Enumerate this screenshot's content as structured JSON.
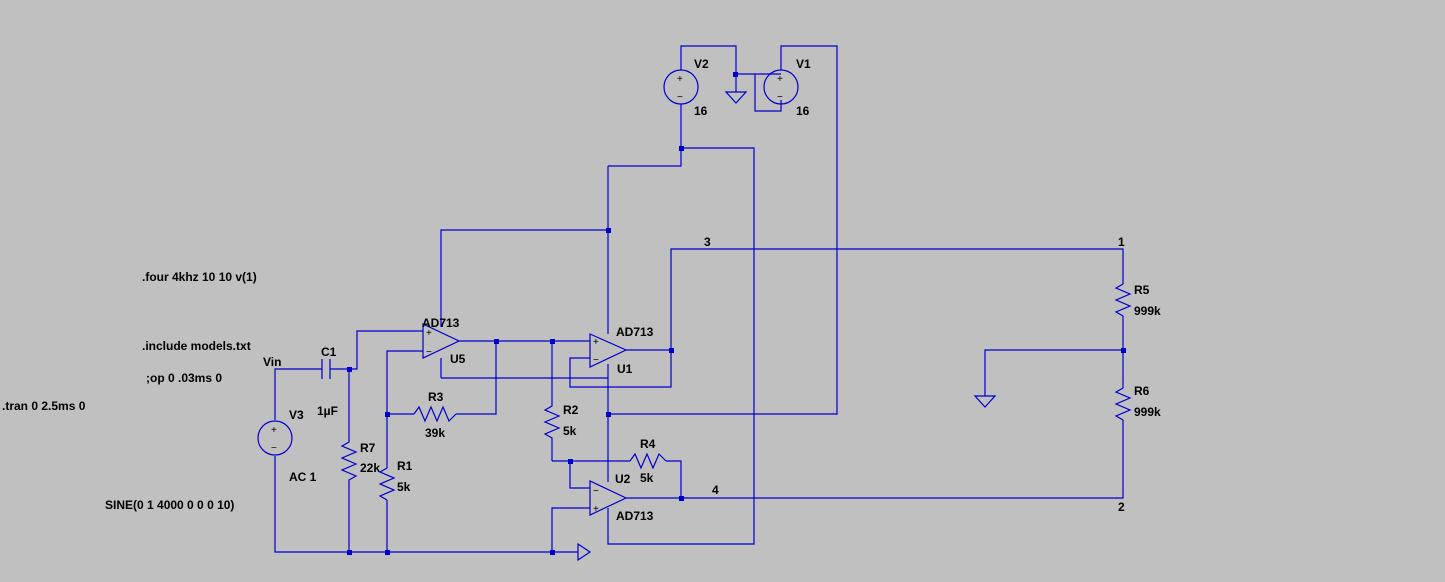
{
  "directives": {
    "four": ".four 4khz 10 10 v(1)",
    "include": ".include models.txt",
    "op": ";op 0 .03ms 0",
    "tran": ".tran 0 2.5ms 0"
  },
  "sources": {
    "v1": {
      "name": "V1",
      "value": "16"
    },
    "v2": {
      "name": "V2",
      "value": "16"
    },
    "v3": {
      "name": "V3",
      "value": "AC 1",
      "sine": "SINE(0 1 4000 0 0 0 10)"
    }
  },
  "components": {
    "c1": {
      "name": "C1",
      "value": "1µF"
    },
    "r1": {
      "name": "R1",
      "value": "5k"
    },
    "r2": {
      "name": "R2",
      "value": "5k"
    },
    "r3": {
      "name": "R3",
      "value": "39k"
    },
    "r4": {
      "name": "R4",
      "value": "5k"
    },
    "r5": {
      "name": "R5",
      "value": "999k"
    },
    "r6": {
      "name": "R6",
      "value": "999k"
    },
    "r7": {
      "name": "R7",
      "value": "22k"
    }
  },
  "opamps": {
    "u5": {
      "name": "U5",
      "model": "AD713"
    },
    "u1": {
      "name": "U1",
      "model": "AD713"
    },
    "u2": {
      "name": "U2",
      "model": "AD713"
    }
  },
  "nets": {
    "vin": "Vin",
    "n1": "1",
    "n2": "2",
    "n3": "3",
    "n4": "4"
  },
  "symbols": {
    "plus": "+",
    "minus": "−"
  }
}
